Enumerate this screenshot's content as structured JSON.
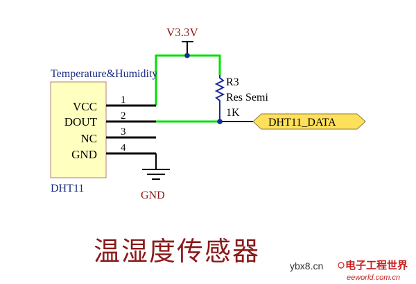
{
  "schematic": {
    "power_label": "V3.3V",
    "component_caption": "Temperature&Humidity",
    "component_refdes": "DHT11",
    "pins": [
      {
        "num": "1",
        "name": "VCC"
      },
      {
        "num": "2",
        "name": "DOUT"
      },
      {
        "num": "3",
        "name": "NC"
      },
      {
        "num": "4",
        "name": "GND"
      }
    ],
    "resistor": {
      "refdes": "R3",
      "type": "Res Semi",
      "value": "1K"
    },
    "net_label": "DHT11_DATA",
    "ground_label": "GND",
    "title": "温湿度传感器"
  },
  "watermark": {
    "site": "ybx8.cn",
    "brand_cn": "电子工程世界",
    "brand_en": "eeworld.com.cn"
  },
  "colors": {
    "wire_black": "#000000",
    "wire_green": "#00e000",
    "component_fill": "#ffffc0",
    "component_border": "#b08070",
    "label_blue": "#1a2a80",
    "power_label": "#8b1a1a",
    "junction_blue": "#1a2a9a",
    "title_red": "#8a1a1a",
    "net_label_fill": "#ffe05a",
    "watermark_red": "#c62020"
  }
}
